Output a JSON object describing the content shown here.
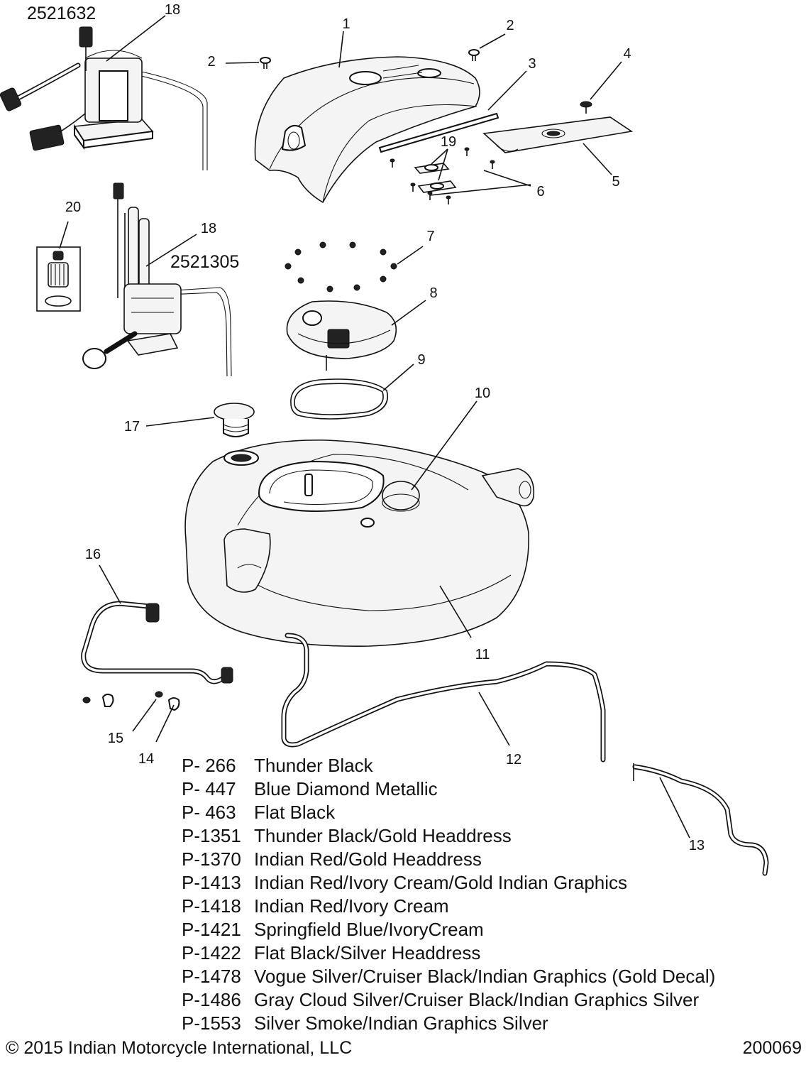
{
  "assembly_numbers": {
    "upper_pump": "2521632",
    "lower_pump": "2521305"
  },
  "callouts": [
    "1",
    "2",
    "2",
    "3",
    "4",
    "5",
    "6",
    "7",
    "8",
    "9",
    "10",
    "11",
    "12",
    "13",
    "14",
    "15",
    "16",
    "17",
    "18",
    "18",
    "19",
    "20"
  ],
  "paint_codes": [
    {
      "code": "P- 266",
      "name": "Thunder Black"
    },
    {
      "code": "P- 447",
      "name": "Blue Diamond Metallic"
    },
    {
      "code": "P- 463",
      "name": "Flat Black"
    },
    {
      "code": "P-1351",
      "name": "Thunder Black/Gold Headdress"
    },
    {
      "code": "P-1370",
      "name": "Indian Red/Gold Headdress"
    },
    {
      "code": "P-1413",
      "name": "Indian Red/Ivory Cream/Gold Indian Graphics"
    },
    {
      "code": "P-1418",
      "name": "Indian Red/Ivory Cream"
    },
    {
      "code": "P-1421",
      "name": "Springfield Blue/IvoryCream"
    },
    {
      "code": "P-1422",
      "name": "Flat Black/Silver Headdress"
    },
    {
      "code": "P-1478",
      "name": "Vogue Silver/Cruiser Black/Indian Graphics (Gold Decal)"
    },
    {
      "code": "P-1486",
      "name": "Gray Cloud Silver/Cruiser Black/Indian Graphics Silver"
    },
    {
      "code": "P-1553",
      "name": "Silver Smoke/Indian Graphics Silver"
    }
  ],
  "footer": {
    "copyright": "© 2015 Indian Motorcycle International, LLC",
    "figure_id": "200069"
  }
}
